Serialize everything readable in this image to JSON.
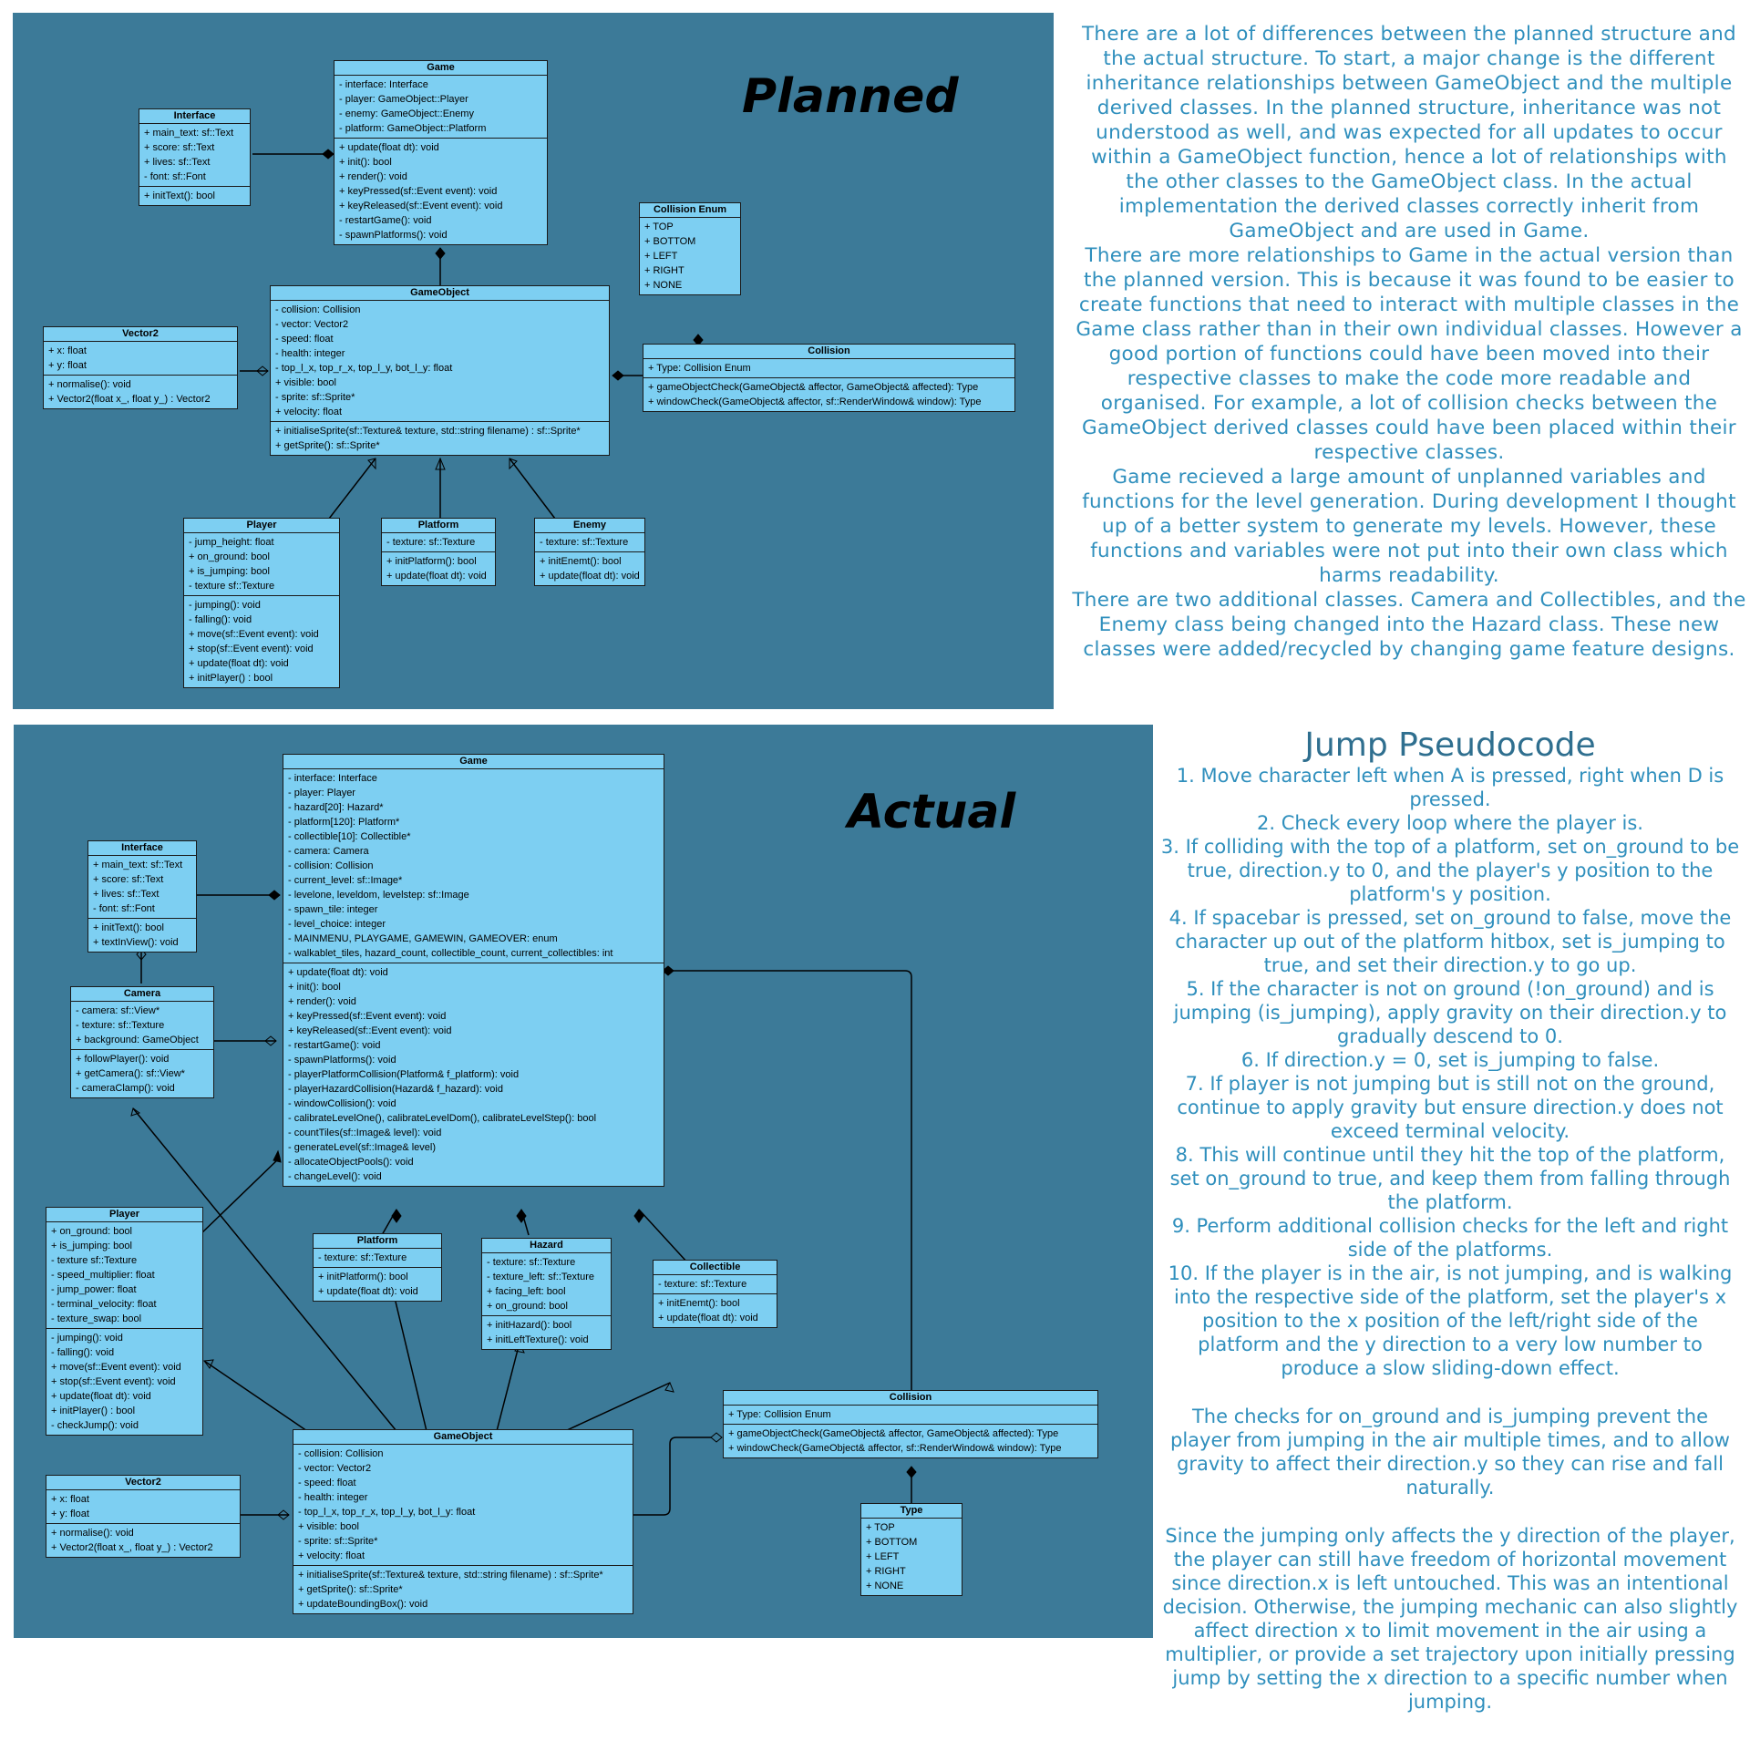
{
  "planned": {
    "heading": "Planned",
    "classes": {
      "game": {
        "title": "Game",
        "attrs": [
          "- interface: Interface",
          "- player: GameObject::Player",
          "- enemy: GameObject::Enemy",
          "- platform: GameObject::Platform"
        ],
        "ops": [
          "+ update(float dt): void",
          "+ init(): bool",
          "+ render(): void",
          "+ keyPressed(sf::Event event): void",
          "+ keyReleased(sf::Event event): void",
          "- restartGame(): void",
          "- spawnPlatforms(): void"
        ]
      },
      "interface": {
        "title": "Interface",
        "attrs": [
          "+ main_text: sf::Text",
          "+ score: sf::Text",
          "+ lives: sf::Text",
          "- font: sf::Font"
        ],
        "ops": [
          "+ initText(): bool"
        ]
      },
      "collision_enum": {
        "title": "Collision Enum",
        "attrs": [
          "+ TOP",
          "+ BOTTOM",
          "+ LEFT",
          "+ RIGHT",
          "+ NONE"
        ]
      },
      "gameobject": {
        "title": "GameObject",
        "attrs": [
          "- collision: Collision",
          "- vector: Vector2",
          "- speed: float",
          "- health: integer",
          "- top_l_x, top_r_x, top_l_y, bot_l_y: float",
          "+ visible: bool",
          "- sprite: sf::Sprite*",
          "+ velocity: float"
        ],
        "ops": [
          "+ initialiseSprite(sf::Texture& texture, std::string filename) : sf::Sprite*",
          "+ getSprite(): sf::Sprite*"
        ]
      },
      "vector2": {
        "title": "Vector2",
        "attrs": [
          "+ x: float",
          "+ y: float"
        ],
        "ops": [
          "+ normalise(): void",
          "+ Vector2(float x_, float y_) : Vector2"
        ]
      },
      "collision": {
        "title": "Collision",
        "attrs": [
          "+ Type: Collision Enum"
        ],
        "ops": [
          "+ gameObjectCheck(GameObject& affector, GameObject& affected): Type",
          "+ windowCheck(GameObject& affector, sf::RenderWindow& window): Type"
        ]
      },
      "player": {
        "title": "Player",
        "attrs": [
          "- jump_height: float",
          "+ on_ground: bool",
          "+ is_jumping: bool",
          "- texture sf::Texture"
        ],
        "ops": [
          "- jumping(): void",
          "- falling(): void",
          "+ move(sf::Event event): void",
          "+ stop(sf::Event event): void",
          "+ update(float dt): void",
          "+ initPlayer() : bool"
        ]
      },
      "platform": {
        "title": "Platform",
        "attrs": [
          "- texture: sf::Texture"
        ],
        "ops": [
          "+ initPlatform(): bool",
          "+ update(float dt): void"
        ]
      },
      "enemy": {
        "title": "Enemy",
        "attrs": [
          "- texture: sf::Texture"
        ],
        "ops": [
          "+ initEnemt(): bool",
          "+ update(float dt): void"
        ]
      }
    }
  },
  "actual": {
    "heading": "Actual",
    "classes": {
      "game": {
        "title": "Game",
        "attrs": [
          "- interface: Interface",
          "- player: Player",
          "- hazard[20]: Hazard*",
          "- platform[120]: Platform*",
          "- collectible[10]: Collectible*",
          "- camera: Camera",
          "- collision: Collision",
          "- current_level: sf::Image*",
          "- levelone, leveldom, levelstep: sf::Image",
          "- spawn_tile: integer",
          "- level_choice: integer",
          "- MAINMENU, PLAYGAME, GAMEWIN, GAMEOVER: enum",
          "- walkablet_tiles, hazard_count, collectible_count, current_collectibles: int"
        ],
        "ops": [
          "+ update(float dt): void",
          "+ init(): bool",
          "+ render(): void",
          "+ keyPressed(sf::Event event): void",
          "+ keyReleased(sf::Event event): void",
          "- restartGame(): void",
          "- spawnPlatforms(): void",
          "- playerPlatformCollision(Platform& f_platform): void",
          "- playerHazardCollision(Hazard& f_hazard): void",
          "- windowCollision(): void",
          "- calibrateLevelOne(), calibrateLevelDom(), calibrateLevelStep(): bool",
          "- countTiles(sf::Image& level): void",
          "- generateLevel(sf::Image& level)",
          "- allocateObjectPools(): void",
          "- changeLevel(): void"
        ]
      },
      "interface": {
        "title": "Interface",
        "attrs": [
          "+ main_text: sf::Text",
          "+ score: sf::Text",
          "+ lives: sf::Text",
          "- font: sf::Font"
        ],
        "ops": [
          "+ initText(): bool",
          "+ textInView(): void"
        ]
      },
      "camera": {
        "title": "Camera",
        "attrs": [
          "- camera: sf::View*",
          "- texture: sf::Texture",
          "+ background: GameObject"
        ],
        "ops": [
          "+ followPlayer(): void",
          "+ getCamera(): sf::View*",
          "- cameraClamp(): void"
        ]
      },
      "player": {
        "title": "Player",
        "attrs": [
          "+ on_ground: bool",
          "+ is_jumping: bool",
          "- texture sf::Texture",
          "- speed_multiplier: float",
          "- jump_power: float",
          "- terminal_velocity: float",
          "- texture_swap: bool"
        ],
        "ops": [
          "- jumping(): void",
          "- falling(): void",
          "+ move(sf::Event event): void",
          "+ stop(sf::Event event): void",
          "+ update(float dt): void",
          "+ initPlayer() : bool",
          "- checkJump(): void"
        ]
      },
      "platform": {
        "title": "Platform",
        "attrs": [
          "- texture: sf::Texture"
        ],
        "ops": [
          "+ initPlatform(): bool",
          "+ update(float dt): void"
        ]
      },
      "hazard": {
        "title": "Hazard",
        "attrs": [
          "- texture: sf::Texture",
          "- texture_left: sf::Texture",
          "+ facing_left: bool",
          "+ on_ground: bool"
        ],
        "ops": [
          "+ initHazard(): bool",
          "+ initLeftTexture(): void"
        ]
      },
      "collectible": {
        "title": "Collectible",
        "attrs": [
          "- texture: sf::Texture"
        ],
        "ops": [
          "+ initEnemt(): bool",
          "+ update(float dt): void"
        ]
      },
      "collision": {
        "title": "Collision",
        "attrs": [
          "+ Type: Collision Enum"
        ],
        "ops": [
          "+ gameObjectCheck(GameObject& affector, GameObject& affected): Type",
          "+ windowCheck(GameObject& affector, sf::RenderWindow& window): Type"
        ]
      },
      "gameobject": {
        "title": "GameObject",
        "attrs": [
          "- collision: Collision",
          "- vector: Vector2",
          "- speed: float",
          "- health: integer",
          "- top_l_x, top_r_x, top_l_y, bot_l_y: float",
          "+ visible: bool",
          "- sprite: sf::Sprite*",
          "+ velocity: float"
        ],
        "ops": [
          "+ initialiseSprite(sf::Texture& texture, std::string filename) : sf::Sprite*",
          "+ getSprite(): sf::Sprite*",
          "+ updateBoundingBox(): void"
        ]
      },
      "vector2": {
        "title": "Vector2",
        "attrs": [
          "+ x: float",
          "+ y: float"
        ],
        "ops": [
          "+ normalise(): void",
          "+ Vector2(float x_, float y_) : Vector2"
        ]
      },
      "type": {
        "title": "Type",
        "attrs": [
          "+ TOP",
          "+ BOTTOM",
          "+ LEFT",
          "+ RIGHT",
          "+ NONE"
        ]
      }
    }
  },
  "comparison_text": [
    "There are a lot of differences between the planned structure and the actual structure. To start, a major change is the different inheritance relationships between GameObject and the multiple derived classes. In the planned structure, inheritance was not understood as well, and was expected for all updates to occur within a GameObject function, hence a lot of relationships with the other classes to the GameObject class. In the actual implementation the derived classes correctly inherit from GameObject and are used in Game.",
    "There are more relationships to Game in the actual version than the planned version. This is because it was found to be easier to create functions that need to interact with multiple classes in the Game class rather than in their own individual classes. However a good portion of functions could have been moved into their respective classes to make the code more readable and organised. For example, a lot of collision checks between the GameObject derived classes could have been placed within their respective classes.",
    "Game recieved a large amount of unplanned variables and functions for the level generation. During development I thought up of a better system to generate my levels. However, these functions and variables were not put into their own class which harms readability.",
    "There are two additional classes. Camera and Collectibles, and the Enemy class being changed into the Hazard class. These new classes were added/recycled by changing game feature designs."
  ],
  "jump": {
    "title": "Jump Pseudocode",
    "steps": [
      "1. Move character left when A is pressed, right when D is pressed.",
      "2. Check every loop where the player is.",
      "3. If colliding with the top of a platform, set on_ground to be true, direction.y to 0, and the player's y position to the platform's y position.",
      "4. If spacebar is pressed, set on_ground to false, move the character up out of the platform hitbox, set is_jumping to true, and set their direction.y to go up.",
      "5. If the character is not on ground (!on_ground) and is jumping (is_jumping), apply gravity on their direction.y to gradually descend to 0.",
      "6. If direction.y = 0, set is_jumping to false.",
      "7. If player is not jumping but is still not on the ground, continue to apply gravity but ensure direction.y does not exceed terminal velocity.",
      "8. This will continue until they hit the top of the platform, set on_ground to true, and keep them from falling through the platform.",
      "9. Perform additional collision checks for the left and right side of the platforms.",
      "10. If the player is in the air, is not jumping, and is walking into the respective side of the platform, set the player's x position to the x position of the left/right side of the platform and the y direction to a very low number to produce a slow sliding-down effect."
    ],
    "notes": [
      "The checks for on_ground and is_jumping prevent the player from jumping in the air multiple times, and to allow gravity to affect their direction.y so they can rise and fall naturally.",
      "Since the jumping only affects the y direction of the player, the player can still have freedom of horizontal movement since direction.x is left untouched. This was an intentional decision. Otherwise, the jumping mechanic can also slightly affect direction x to limit movement in the air using a multiplier, or provide a set trajectory upon initially pressing jump by setting the x direction to a specific number when jumping."
    ]
  }
}
